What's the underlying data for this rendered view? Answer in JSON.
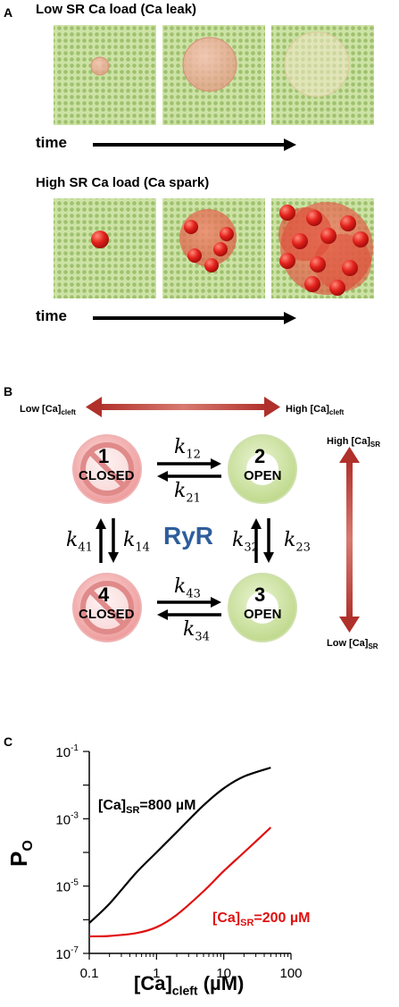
{
  "panel_a": {
    "letter": "A",
    "low": {
      "title": "Low SR Ca load (Ca leak)",
      "time_label": "time"
    },
    "high": {
      "title": "High SR Ca load (Ca spark)",
      "time_label": "time"
    },
    "colors": {
      "grid_bg": "#c9dfa1",
      "grid_dot": "#9fc070",
      "leak": "#e9a28c",
      "spark": "#e0241f"
    }
  },
  "panel_b": {
    "letter": "B",
    "low_cleft_main": "Low [Ca]",
    "low_cleft_sub": "cleft",
    "high_cleft_main": "High [Ca]",
    "high_cleft_sub": "cleft",
    "high_sr_main": "High [Ca]",
    "high_sr_sub": "SR",
    "low_sr_main": "Low [Ca]",
    "low_sr_sub": "SR",
    "center_label": "RyR",
    "states": [
      {
        "number": "1",
        "label": "CLOSED"
      },
      {
        "number": "2",
        "label": "OPEN"
      },
      {
        "number": "3",
        "label": "OPEN"
      },
      {
        "number": "4",
        "label": "CLOSED"
      }
    ],
    "rates": {
      "k12": {
        "k": "k",
        "sub": "12"
      },
      "k21": {
        "k": "k",
        "sub": "21"
      },
      "k41": {
        "k": "k",
        "sub": "41"
      },
      "k14": {
        "k": "k",
        "sub": "14"
      },
      "k32": {
        "k": "k",
        "sub": "32"
      },
      "k23": {
        "k": "k",
        "sub": "23"
      },
      "k43": {
        "k": "k",
        "sub": "43"
      },
      "k34": {
        "k": "k",
        "sub": "34"
      }
    },
    "colors": {
      "closed": "#f2a7a7",
      "open": "#cfe3a2",
      "arrow": "#b8302d",
      "rryr": "#2e5d9b"
    }
  },
  "panel_c": {
    "letter": "C",
    "chart_data": {
      "type": "line",
      "xscale": "log",
      "yscale": "log",
      "xlim": [
        0.1,
        100
      ],
      "ylim": [
        1e-07,
        0.1
      ],
      "x_ticks": [
        "0.1",
        "1",
        "10",
        "100"
      ],
      "y_ticks": [
        {
          "base": "10",
          "exp": "-1"
        },
        {
          "base": "10",
          "exp": "-3"
        },
        {
          "base": "10",
          "exp": "-5"
        },
        {
          "base": "10",
          "exp": "-7"
        }
      ],
      "ylabel_main": "P",
      "ylabel_sub": "O",
      "xlabel_main": "[Ca]",
      "xlabel_sub": "cleft",
      "xlabel_unit": " (µM)",
      "series": [
        {
          "name_main": "[Ca]",
          "name_sub": "SR",
          "name_tail": "=800 µM",
          "color": "#000000",
          "x": [
            0.1,
            0.2,
            0.5,
            1,
            2,
            5,
            10,
            20,
            50
          ],
          "y": [
            8e-07,
            3e-06,
            2.5e-05,
            0.0001,
            0.0004,
            0.0025,
            0.008,
            0.018,
            0.033
          ]
        },
        {
          "name_main": "[Ca]",
          "name_sub": "SR",
          "name_tail": "=200 µM",
          "color": "#e01010",
          "x": [
            0.1,
            0.2,
            0.5,
            1,
            2,
            5,
            10,
            20,
            50
          ],
          "y": [
            3.2e-07,
            3.3e-07,
            4e-07,
            6e-07,
            1.4e-06,
            7e-06,
            2.8e-05,
            0.0001,
            0.00055
          ]
        }
      ]
    }
  }
}
